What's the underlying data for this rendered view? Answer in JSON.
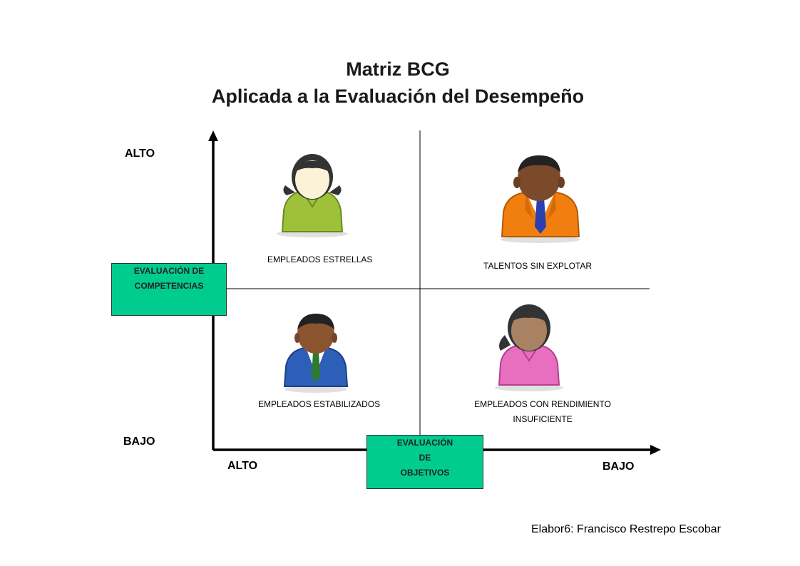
{
  "title": {
    "line1": "Matriz BCG",
    "line2": "Aplicada a la Evaluación del Desempeño"
  },
  "y_axis": {
    "high": "ALTO",
    "low": "BAJO"
  },
  "x_axis": {
    "high": "ALTO",
    "low": "BAJO"
  },
  "boxes": {
    "competencias": {
      "line1": "EVALUACIÓN DE",
      "line2": "COMPETENCIAS"
    },
    "objetivos": {
      "line1": "EVALUACIÓN",
      "line2": "DE",
      "line3": "OBJETIVOS"
    }
  },
  "quadrants": {
    "top_left": {
      "label": "EMPLEADOS ESTRELLAS",
      "icon": "woman-green-sweater-icon"
    },
    "top_right": {
      "label": "TALENTOS SIN EXPLOTAR",
      "icon": "man-orange-suit-icon"
    },
    "bottom_left": {
      "label": "EMPLEADOS ESTABILIZADOS",
      "icon": "man-blue-suit-icon"
    },
    "bottom_right": {
      "label_line1": "EMPLEADOS CON RENDIMIENTO",
      "label_line2": "INSUFICIENTE",
      "icon": "woman-pink-sweater-icon"
    }
  },
  "credit": "Elabor6: Francisco Restrepo Escobar",
  "colors": {
    "box_fill": "#00cc8f",
    "green_sweater": "#9dc23a",
    "orange_suit": "#f07f10",
    "blue_suit": "#2e5fb8",
    "pink_sweater": "#e86fc0"
  }
}
